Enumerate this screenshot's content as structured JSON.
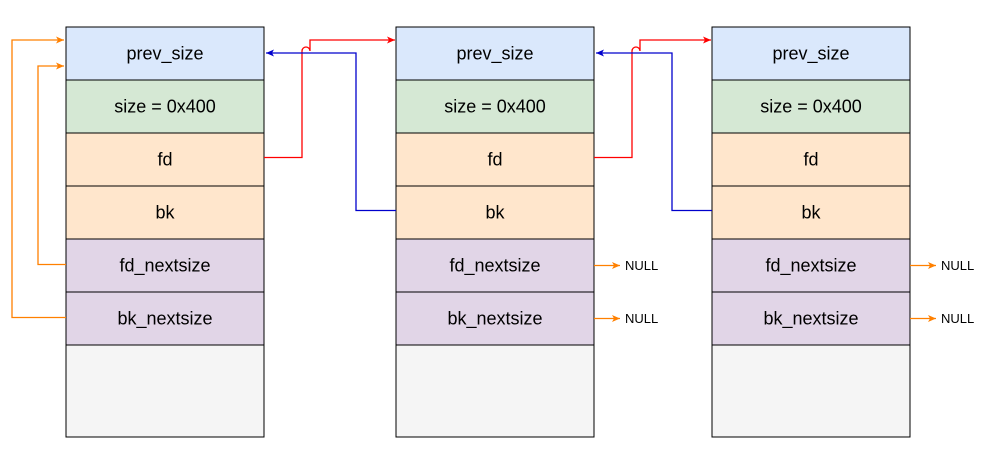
{
  "chunks": [
    {
      "fields": [
        {
          "label": "prev_size",
          "fill": "#dae8fc"
        },
        {
          "label": "size = 0x400",
          "fill": "#d5e8d4"
        },
        {
          "label": "fd",
          "fill": "#ffe6cc"
        },
        {
          "label": "bk",
          "fill": "#ffe6cc"
        },
        {
          "label": "fd_nextsize",
          "fill": "#e1d5e7"
        },
        {
          "label": "bk_nextsize",
          "fill": "#e1d5e7"
        },
        {
          "label": "",
          "fill": "#f5f5f5"
        }
      ],
      "null_pointers": []
    },
    {
      "fields": [
        {
          "label": "prev_size",
          "fill": "#dae8fc"
        },
        {
          "label": "size = 0x400",
          "fill": "#d5e8d4"
        },
        {
          "label": "fd",
          "fill": "#ffe6cc"
        },
        {
          "label": "bk",
          "fill": "#ffe6cc"
        },
        {
          "label": "fd_nextsize",
          "fill": "#e1d5e7"
        },
        {
          "label": "bk_nextsize",
          "fill": "#e1d5e7"
        },
        {
          "label": "",
          "fill": "#f5f5f5"
        }
      ],
      "null_pointers": [
        "NULL",
        "NULL"
      ]
    },
    {
      "fields": [
        {
          "label": "prev_size",
          "fill": "#dae8fc"
        },
        {
          "label": "size = 0x400",
          "fill": "#d5e8d4"
        },
        {
          "label": "fd",
          "fill": "#ffe6cc"
        },
        {
          "label": "bk",
          "fill": "#ffe6cc"
        },
        {
          "label": "fd_nextsize",
          "fill": "#e1d5e7"
        },
        {
          "label": "bk_nextsize",
          "fill": "#e1d5e7"
        },
        {
          "label": "",
          "fill": "#f5f5f5"
        }
      ],
      "null_pointers": [
        "NULL",
        "NULL"
      ]
    }
  ],
  "colors": {
    "fd_link": "#ff0000",
    "bk_link": "#0000cc",
    "nextsize_link": "#ff8000",
    "border": "#000000"
  }
}
